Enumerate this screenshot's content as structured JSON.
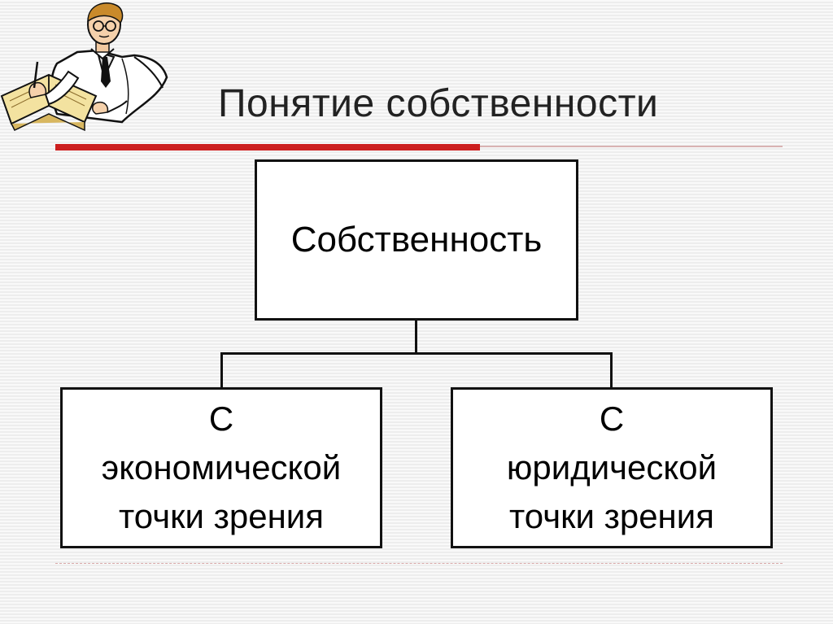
{
  "slide": {
    "title": "Понятие собственности"
  },
  "diagram": {
    "root": "Собственность",
    "children": [
      {
        "line1": "С",
        "line2": "экономической",
        "line3": "точки зрения"
      },
      {
        "line1": "С",
        "line2": "юридической",
        "line3": "точки зрения"
      }
    ]
  },
  "colors": {
    "accent_red": "#cc1f1f",
    "box_border": "#111111",
    "box_fill": "#ffffff"
  },
  "icons": {
    "clipart": "scholar-writing-icon"
  }
}
